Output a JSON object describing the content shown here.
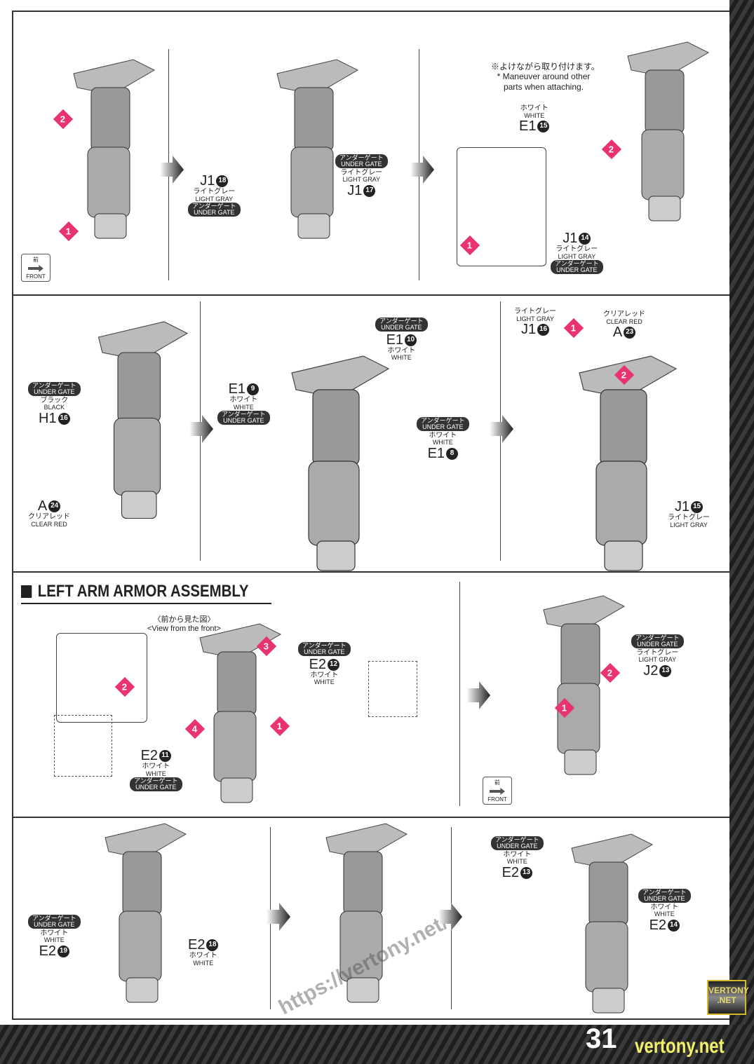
{
  "page_number": "31",
  "section_title": "LEFT ARM ARMOR ASSEMBLY",
  "note": {
    "jp": "※よけながら取り付けます。",
    "en": "* Maneuver around other parts when attaching."
  },
  "view_label": {
    "jp": "〈前から見た図〉",
    "en": "<View from the front>"
  },
  "front_badge": {
    "jp": "前",
    "en": "FRONT"
  },
  "watermark": {
    "site": "vertony.net",
    "badge_line1": "VERTONY",
    "badge_line2": ".NET",
    "url": "https://vertony.net/"
  },
  "colors": {
    "accent": "#e8336f",
    "frame": "#333333"
  },
  "steps": [
    {
      "panel": 1,
      "labels": [
        "2",
        "1"
      ]
    },
    {
      "panel": 3,
      "labels": [
        "2",
        "1"
      ]
    },
    {
      "panel": 6,
      "labels": [
        "1",
        "2"
      ]
    },
    {
      "panel": 7,
      "labels": [
        "1",
        "2",
        "3",
        "4"
      ]
    },
    {
      "panel": 8,
      "labels": [
        "2",
        "1"
      ]
    }
  ],
  "callouts": [
    {
      "lines": [
        {
          "k": "part",
          "code": "J1",
          "num": "18"
        },
        {
          "k": "jp",
          "t": "ライトグレー"
        },
        {
          "k": "en",
          "t": "LIGHT GRAY"
        },
        {
          "k": "gate",
          "jp": "アンダーゲート",
          "en": "UNDER GATE"
        }
      ]
    },
    {
      "lines": [
        {
          "k": "gate",
          "jp": "アンダーゲート",
          "en": "UNDER GATE"
        },
        {
          "k": "jp",
          "t": "ライトグレー"
        },
        {
          "k": "en",
          "t": "LIGHT GRAY"
        },
        {
          "k": "part",
          "code": "J1",
          "num": "17"
        }
      ]
    },
    {
      "lines": [
        {
          "k": "jp",
          "t": "ホワイト"
        },
        {
          "k": "en",
          "t": "WHITE"
        },
        {
          "k": "part",
          "code": "E1",
          "num": "15"
        }
      ]
    },
    {
      "lines": [
        {
          "k": "part",
          "code": "J1",
          "num": "14"
        },
        {
          "k": "jp",
          "t": "ライトグレー"
        },
        {
          "k": "en",
          "t": "LIGHT GRAY"
        },
        {
          "k": "gate",
          "jp": "アンダーゲート",
          "en": "UNDER GATE"
        }
      ]
    },
    {
      "lines": [
        {
          "k": "gate",
          "jp": "アンダーゲート",
          "en": "UNDER GATE"
        },
        {
          "k": "jp",
          "t": "ブラック"
        },
        {
          "k": "en",
          "t": "BLACK"
        },
        {
          "k": "part",
          "code": "H1",
          "num": "16"
        }
      ]
    },
    {
      "lines": [
        {
          "k": "part",
          "code": "A",
          "num": "24"
        },
        {
          "k": "jp",
          "t": "クリアレッド"
        },
        {
          "k": "en",
          "t": "CLEAR RED"
        }
      ]
    },
    {
      "lines": [
        {
          "k": "part",
          "code": "E1",
          "num": "9"
        },
        {
          "k": "jp",
          "t": "ホワイト"
        },
        {
          "k": "en",
          "t": "WHITE"
        },
        {
          "k": "gate",
          "jp": "アンダーゲート",
          "en": "UNDER GATE"
        }
      ]
    },
    {
      "lines": [
        {
          "k": "gate",
          "jp": "アンダーゲート",
          "en": "UNDER GATE"
        },
        {
          "k": "part",
          "code": "E1",
          "num": "10"
        },
        {
          "k": "jp",
          "t": "ホワイト"
        },
        {
          "k": "en",
          "t": "WHITE"
        }
      ]
    },
    {
      "lines": [
        {
          "k": "gate",
          "jp": "アンダーゲート",
          "en": "UNDER GATE"
        },
        {
          "k": "jp",
          "t": "ホワイト"
        },
        {
          "k": "en",
          "t": "WHITE"
        },
        {
          "k": "part",
          "code": "E1",
          "num": "8"
        }
      ]
    },
    {
      "lines": [
        {
          "k": "jp",
          "t": "クリアレッド"
        },
        {
          "k": "en",
          "t": "CLEAR RED"
        },
        {
          "k": "part",
          "code": "A",
          "num": "23"
        }
      ]
    },
    {
      "lines": [
        {
          "k": "jp",
          "t": "ライトグレー"
        },
        {
          "k": "en",
          "t": "LIGHT GRAY"
        },
        {
          "k": "part",
          "code": "J1",
          "num": "16"
        }
      ]
    },
    {
      "lines": [
        {
          "k": "part",
          "code": "J1",
          "num": "15"
        },
        {
          "k": "jp",
          "t": "ライトグレー"
        },
        {
          "k": "en",
          "t": "LIGHT GRAY"
        }
      ]
    },
    {
      "lines": [
        {
          "k": "gate",
          "jp": "アンダーゲート",
          "en": "UNDER GATE"
        },
        {
          "k": "part",
          "code": "E2",
          "num": "12"
        },
        {
          "k": "jp",
          "t": "ホワイト"
        },
        {
          "k": "en",
          "t": "WHITE"
        }
      ]
    },
    {
      "lines": [
        {
          "k": "part",
          "code": "E2",
          "num": "11"
        },
        {
          "k": "jp",
          "t": "ホワイト"
        },
        {
          "k": "en",
          "t": "WHITE"
        },
        {
          "k": "gate",
          "jp": "アンダーゲート",
          "en": "UNDER GATE"
        }
      ]
    },
    {
      "lines": [
        {
          "k": "gate",
          "jp": "アンダーゲート",
          "en": "UNDER GATE"
        },
        {
          "k": "jp",
          "t": "ライトグレー"
        },
        {
          "k": "en",
          "t": "LIGHT GRAY"
        },
        {
          "k": "part",
          "code": "J2",
          "num": "13"
        }
      ]
    },
    {
      "lines": [
        {
          "k": "gate",
          "jp": "アンダーゲート",
          "en": "UNDER GATE"
        },
        {
          "k": "jp",
          "t": "ホワイト"
        },
        {
          "k": "en",
          "t": "WHITE"
        },
        {
          "k": "part",
          "code": "E2",
          "num": "19"
        }
      ]
    },
    {
      "lines": [
        {
          "k": "part",
          "code": "E2",
          "num": "18"
        },
        {
          "k": "jp",
          "t": "ホワイト"
        },
        {
          "k": "en",
          "t": "WHITE"
        }
      ]
    },
    {
      "lines": [
        {
          "k": "gate",
          "jp": "アンダーゲート",
          "en": "UNDER GATE"
        },
        {
          "k": "jp",
          "t": "ホワイト"
        },
        {
          "k": "en",
          "t": "WHITE"
        },
        {
          "k": "part",
          "code": "E2",
          "num": "13"
        }
      ]
    },
    {
      "lines": [
        {
          "k": "gate",
          "jp": "アンダーゲート",
          "en": "UNDER GATE"
        },
        {
          "k": "jp",
          "t": "ホワイト"
        },
        {
          "k": "en",
          "t": "WHITE"
        },
        {
          "k": "part",
          "code": "E2",
          "num": "14"
        }
      ]
    }
  ]
}
